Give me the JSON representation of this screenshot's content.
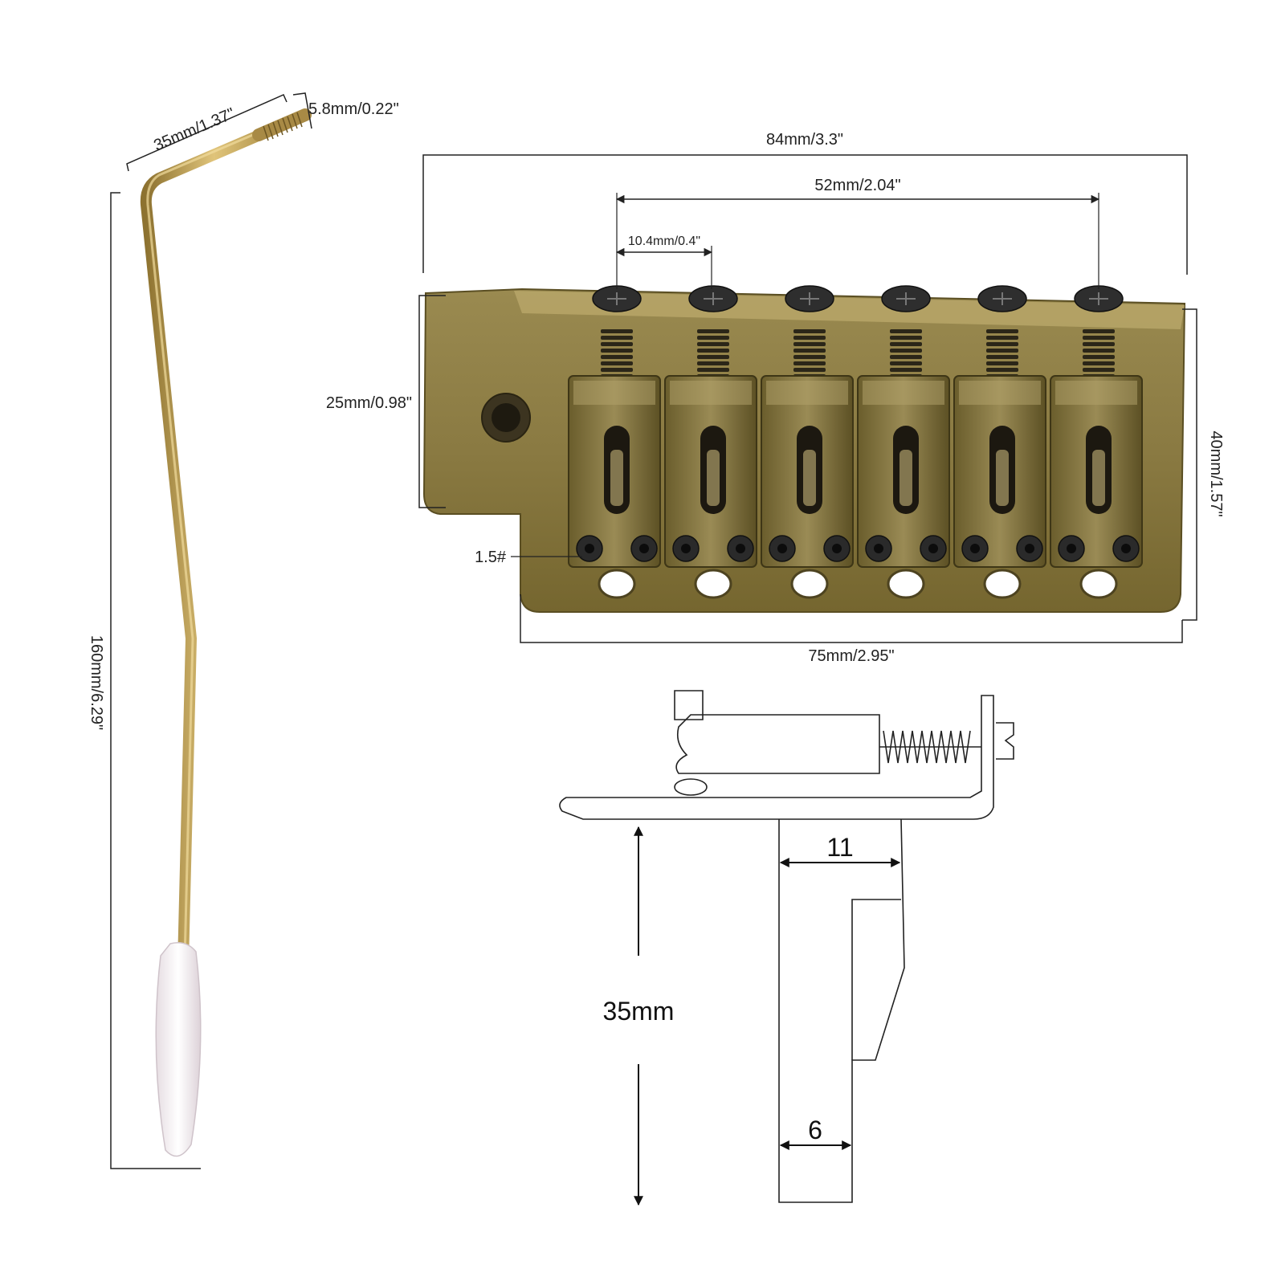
{
  "diagram": {
    "arm_thread_length": "35mm/1.37\"",
    "arm_thread_diameter": "5.8mm/0.22\"",
    "arm_total_length": "160mm/6.29\"",
    "bridge_overall_width": "84mm/3.3\"",
    "string_spread": "52mm/2.04\"",
    "string_spacing": "10.4mm/0.4\"",
    "plate_height": "25mm/0.98\"",
    "bridge_depth": "40mm/1.57\"",
    "saddle_screw_size": "1.5#",
    "base_plate_width": "75mm/2.95\"",
    "block_height": "35mm",
    "block_top_width": "11",
    "block_bottom_width": "6"
  },
  "colors": {
    "bronze_light": "#a08f55",
    "bronze": "#7c6c38",
    "bronze_dark": "#4e4320",
    "brass": "#c7a85a",
    "tip": "#f4eef2",
    "screw": "#2a2a2a",
    "line": "#222222"
  }
}
